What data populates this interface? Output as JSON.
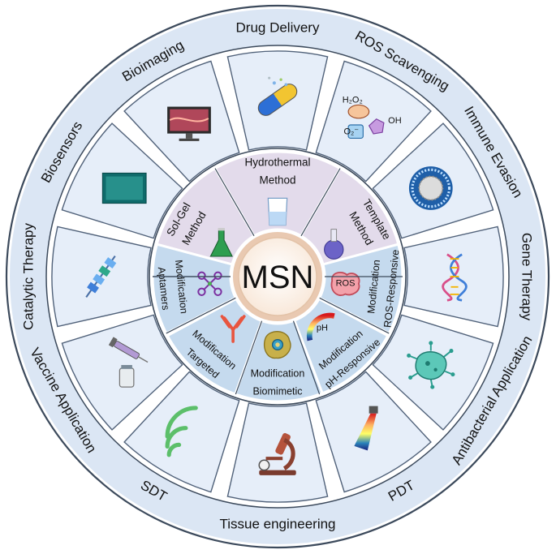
{
  "center": {
    "label": "MSN"
  },
  "applications": [
    {
      "label": "Drug Delivery",
      "icon": "capsule-icon"
    },
    {
      "label": "ROS Scavenging",
      "icon": "ros-molecules-icon",
      "chips": [
        "H₂O₂",
        "OH",
        "O₂⁻"
      ]
    },
    {
      "label": "Immune Evasion",
      "icon": "nanoparticle-icon"
    },
    {
      "label": "Gene Therapy",
      "icon": "dna-icon"
    },
    {
      "label": "Antibacterial Application",
      "icon": "bacterium-icon"
    },
    {
      "label": "PDT",
      "icon": "light-beam-icon"
    },
    {
      "label": "Tissue engineering",
      "icon": "microscope-icon"
    },
    {
      "label": "SDT",
      "icon": "ultrasound-icon"
    },
    {
      "label": "Vaccine Application",
      "icon": "syringe-vial-icon"
    },
    {
      "label": "Catalytic Therapy",
      "icon": "catalyst-icon"
    },
    {
      "label": "Biosensors",
      "icon": "sensor-chip-icon"
    },
    {
      "label": "Bioimaging",
      "icon": "monitor-icon"
    }
  ],
  "synthesis": [
    {
      "line1": "Sol-Gel",
      "line2": "Method",
      "icon": "green-flask-icon"
    },
    {
      "line1": "Hydrothermal",
      "line2": "Method",
      "icon": "beaker-icon"
    },
    {
      "line1": "Template",
      "line2": "Method",
      "icon": "round-flask-icon"
    }
  ],
  "modifications": [
    {
      "line1": "ROS-Responsive",
      "line2": "Modification",
      "icon": "ros-blob-icon",
      "badge": "ROS"
    },
    {
      "line1": "pH-Responsive",
      "line2": "Modification",
      "icon": "ph-gauge-icon",
      "badge": "pH"
    },
    {
      "line1": "Biomimetic",
      "line2": "Modification",
      "icon": "cell-membrane-icon"
    },
    {
      "line1": "Targeted",
      "line2": "Modification",
      "icon": "antibody-icon"
    },
    {
      "line1": "Aptamers",
      "line2": "Modification",
      "icon": "aptamer-icon"
    }
  ],
  "colors": {
    "outer_ring": "#dbe6f4",
    "border": "#3c4a5c",
    "app_tile": "#e6eef9",
    "synthesis_tile": "#e3dbeb",
    "modification_tile": "#c5daee",
    "center_fill": "#fbeee4",
    "center_ring": "#e9c9b1"
  }
}
